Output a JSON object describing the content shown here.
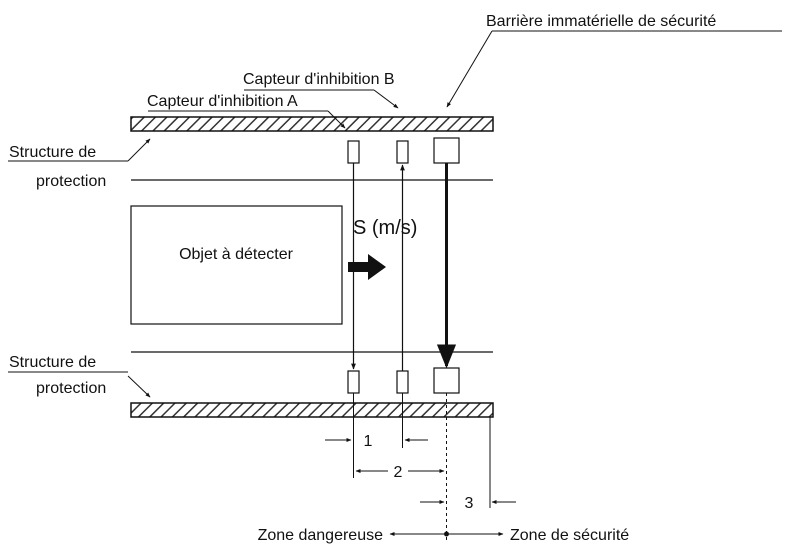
{
  "labels": {
    "light_curtain": "Barrière immatérielle de sécurité",
    "sensor_b": "Capteur d'inhibition B",
    "sensor_a": "Capteur d'inhibition A",
    "structure_top": "Structure de",
    "protection_top": "protection",
    "structure_bottom": "Structure de",
    "protection_bottom": "protection",
    "object": "Objet à détecter",
    "speed": "S (m/s)",
    "dim1": "1",
    "dim2": "2",
    "dim3": "3",
    "danger_zone": "Zone dangereuse",
    "safe_zone": "Zone de sécurité"
  },
  "colors": {
    "line": "#111111",
    "hatch": "#333333",
    "background": "#ffffff"
  }
}
